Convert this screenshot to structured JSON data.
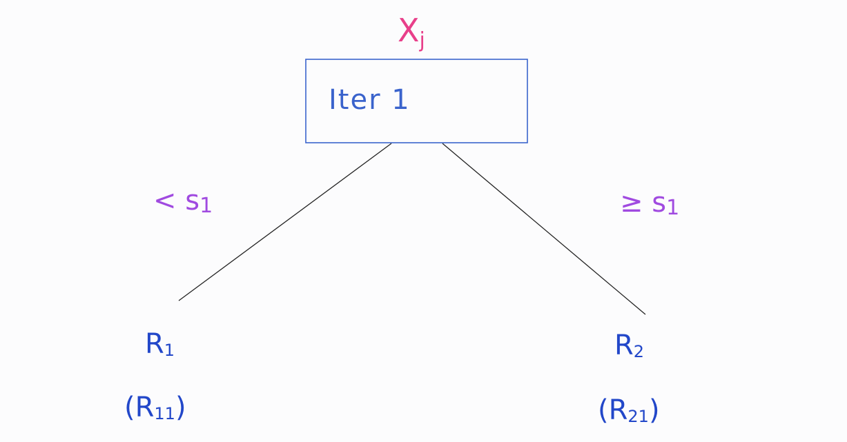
{
  "root": {
    "feature_label": "X",
    "feature_subscript": "j",
    "node_text": "Iter 1"
  },
  "branches": {
    "left_label": "< s",
    "left_subscript": "1",
    "right_label": "≥ s",
    "right_subscript": "1"
  },
  "leaves": {
    "left": {
      "region": "R",
      "region_sub": "1",
      "sub_region": "R",
      "sub_region_sub": "11"
    },
    "right": {
      "region": "R",
      "region_sub": "2",
      "sub_region": "R",
      "sub_region_sub": "21"
    }
  },
  "colors": {
    "feature": "#e83f8a",
    "box": "#3a63cc",
    "node_text": "#3a63cc",
    "branch_label": "#a04ae0",
    "region": "#2247c9",
    "edge": "#222222",
    "background": "#fcfcfd"
  }
}
